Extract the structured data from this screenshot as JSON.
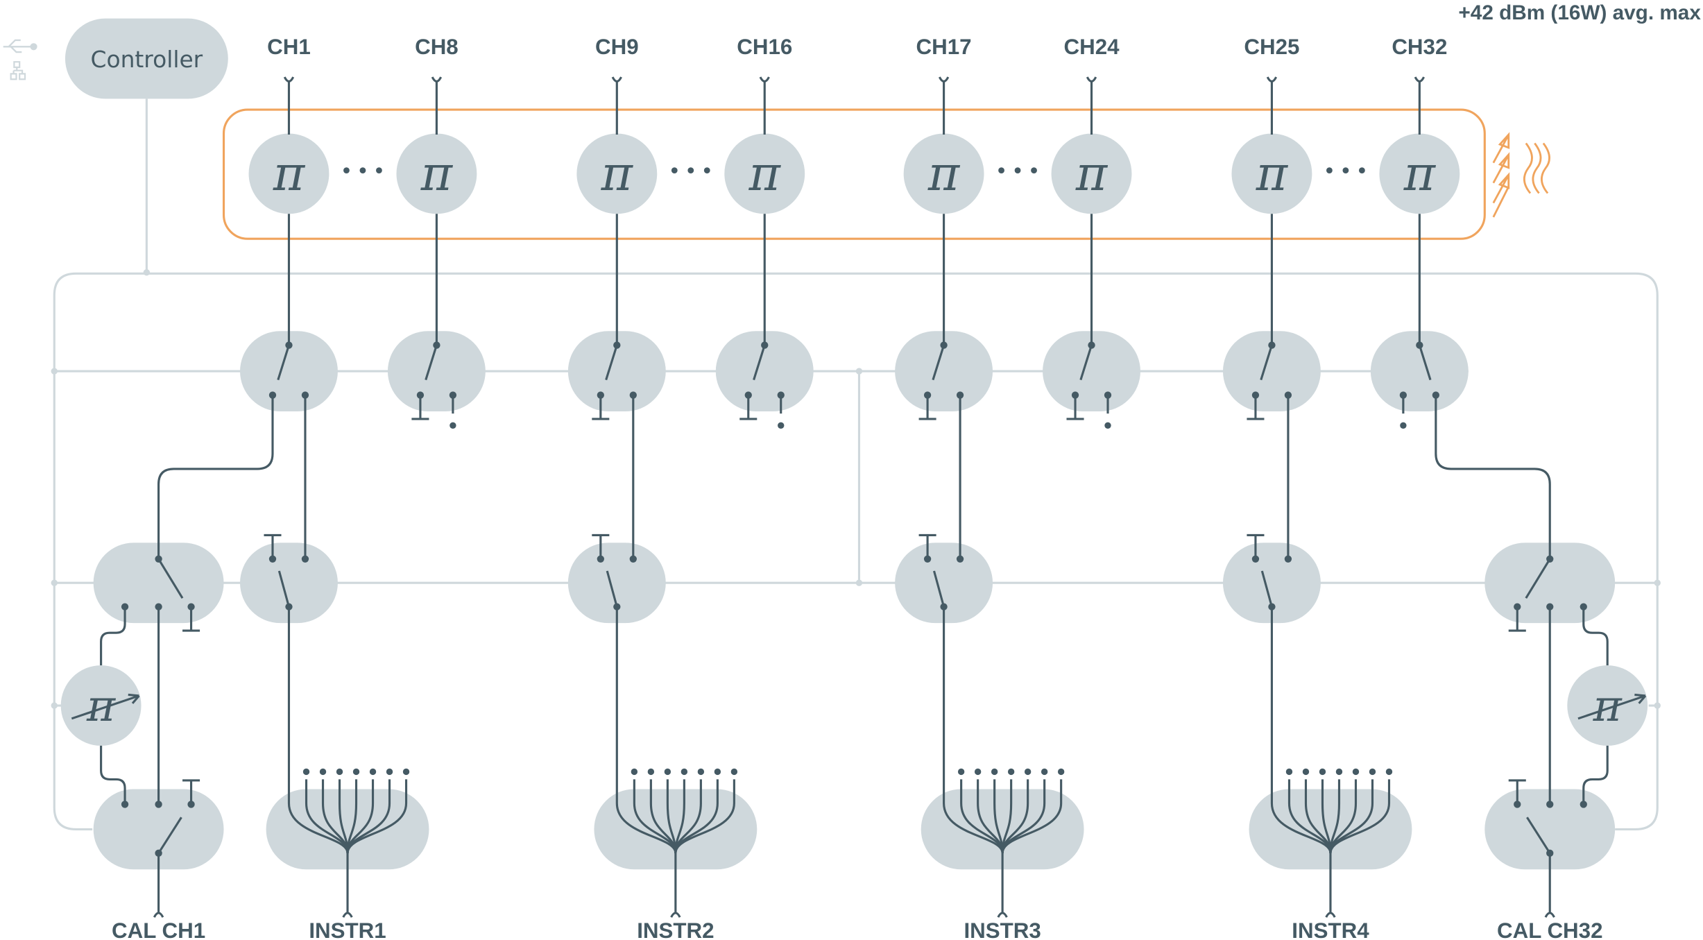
{
  "controller": {
    "label": "Controller",
    "icons": [
      "usb-icon",
      "network-icon"
    ]
  },
  "power_note": "+42 dBm (16W) avg. max",
  "channels": [
    "CH1",
    "CH8",
    "CH9",
    "CH16",
    "CH17",
    "CH24",
    "CH25",
    "CH32"
  ],
  "outputs": {
    "cal_left": "CAL CH1",
    "instruments": [
      "INSTR1",
      "INSTR2",
      "INSTR3",
      "INSTR4"
    ],
    "cal_right": "CAL CH32"
  },
  "symbols": {
    "phase_shifter": "π",
    "heat_icon": "heat-radiation-icon"
  },
  "colors": {
    "line": "#455a64",
    "block": "#cfd8dc",
    "bus": "#cfd8dc",
    "heat": "#f0a45d",
    "text": "#455a64"
  }
}
